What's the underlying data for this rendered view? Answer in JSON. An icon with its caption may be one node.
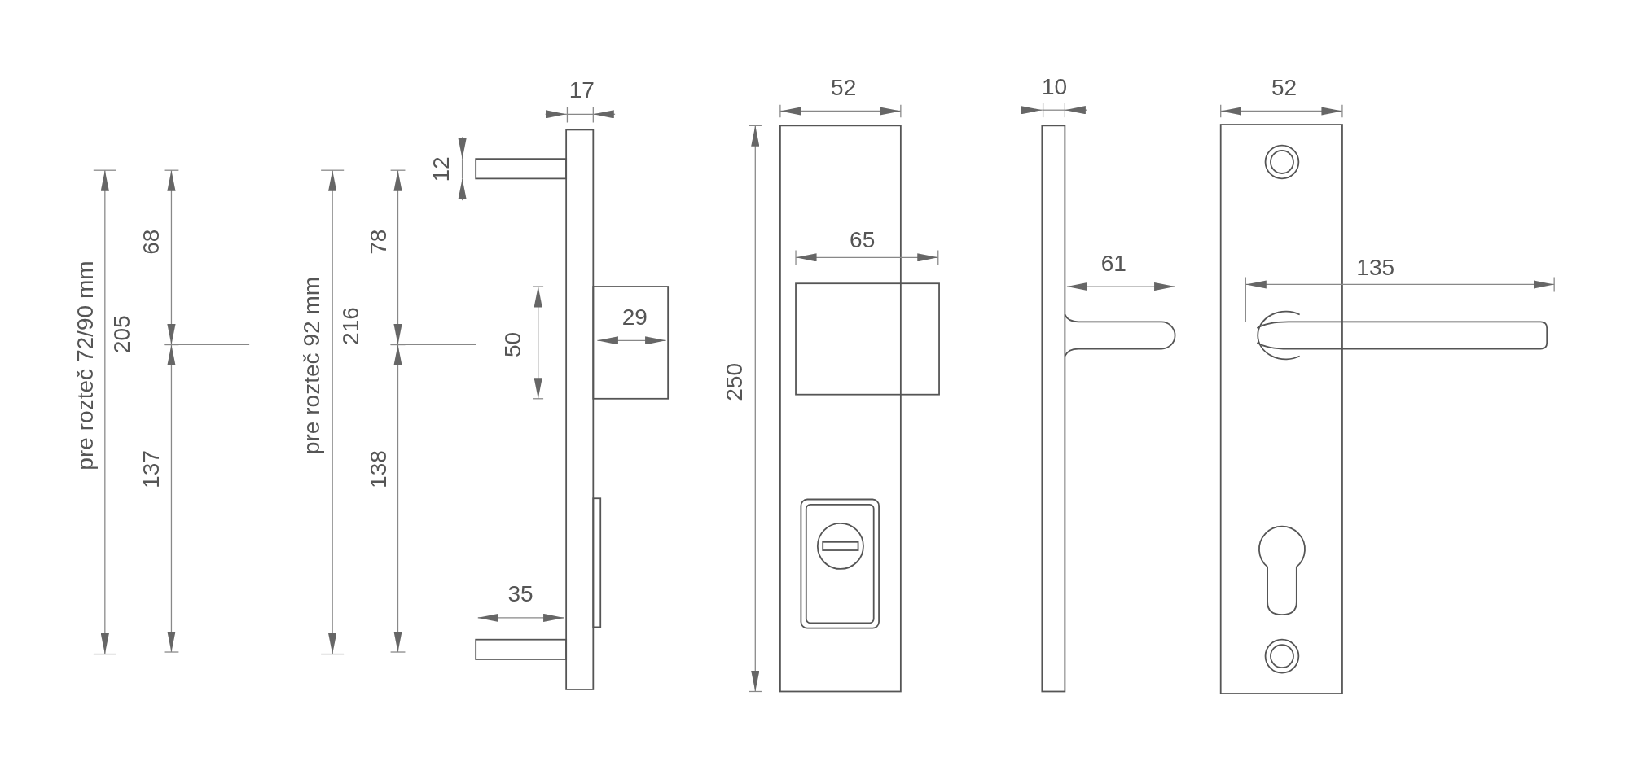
{
  "diagram": {
    "labels": [
      "pre rozteč 72/90 mm",
      "205",
      "68",
      "137",
      "pre rozteč 92 mm",
      "216",
      "78",
      "138",
      "12",
      "17",
      "50",
      "29",
      "35",
      "52",
      "65",
      "250",
      "10",
      "61",
      "52",
      "135"
    ]
  }
}
